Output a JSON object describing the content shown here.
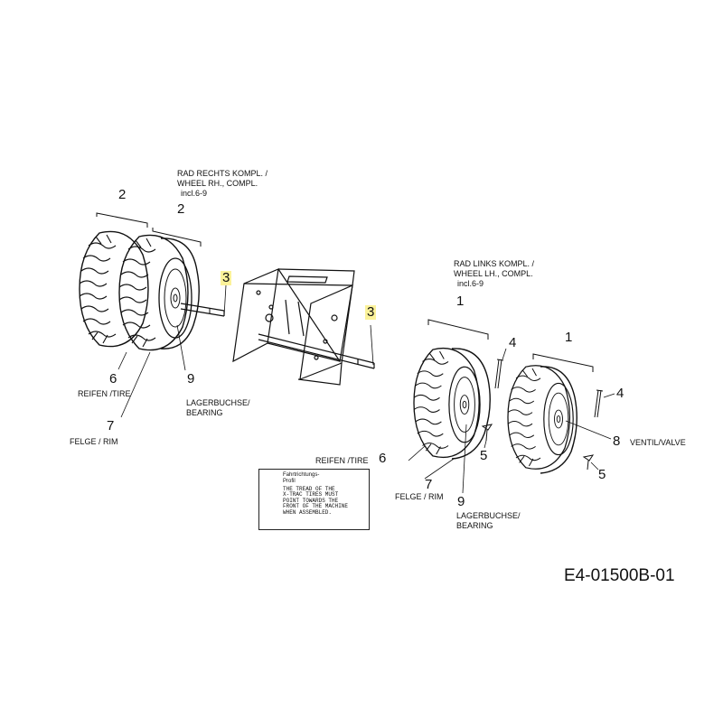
{
  "diagram": {
    "wheel_rh": {
      "line1": "RAD RECHTS  KOMPL. /",
      "line2": "WHEEL RH.,  COMPL.",
      "line3": "incl.6-9"
    },
    "wheel_lh": {
      "line1": "RAD LINKS  KOMPL. /",
      "line2": "WHEEL LH.,  COMPL.",
      "line3": "incl.6-9"
    },
    "callouts": {
      "n2a": "2",
      "n2b": "2",
      "n3a": "3",
      "n3b": "3",
      "n6a": "6",
      "n7a": "7",
      "n9a": "9",
      "n1a": "1",
      "n1b": "1",
      "n4a": "4",
      "n4b": "4",
      "n5a": "5",
      "n5b": "5",
      "n6b": "6",
      "n7b": "7",
      "n8": "8",
      "n9b": "9"
    },
    "labels": {
      "tire_left": "REIFEN /TIRE",
      "rim_left": "FELGE / RIM",
      "bearing_left_1": "LAGERBUCHSE/",
      "bearing_left_2": "BEARING",
      "tire_right": "REIFEN /TIRE",
      "rim_right": "FELGE / RIM",
      "bearing_right_1": "LAGERBUCHSE/",
      "bearing_right_2": "BEARING",
      "valve": "VENTIL/VALVE"
    },
    "notice": {
      "title1": "Fahrtrichtungs-",
      "title2": "Profil",
      "text": [
        "THE TREAD OF THE",
        "X-TRAC TIRES MUST",
        "POINT TOWARDS THE",
        "FRONT OF THE MACHINE",
        "WHEN ASSEMBLED."
      ]
    },
    "doc_id": "E4-01500B-01",
    "highlight_color": "#fbf29a"
  }
}
